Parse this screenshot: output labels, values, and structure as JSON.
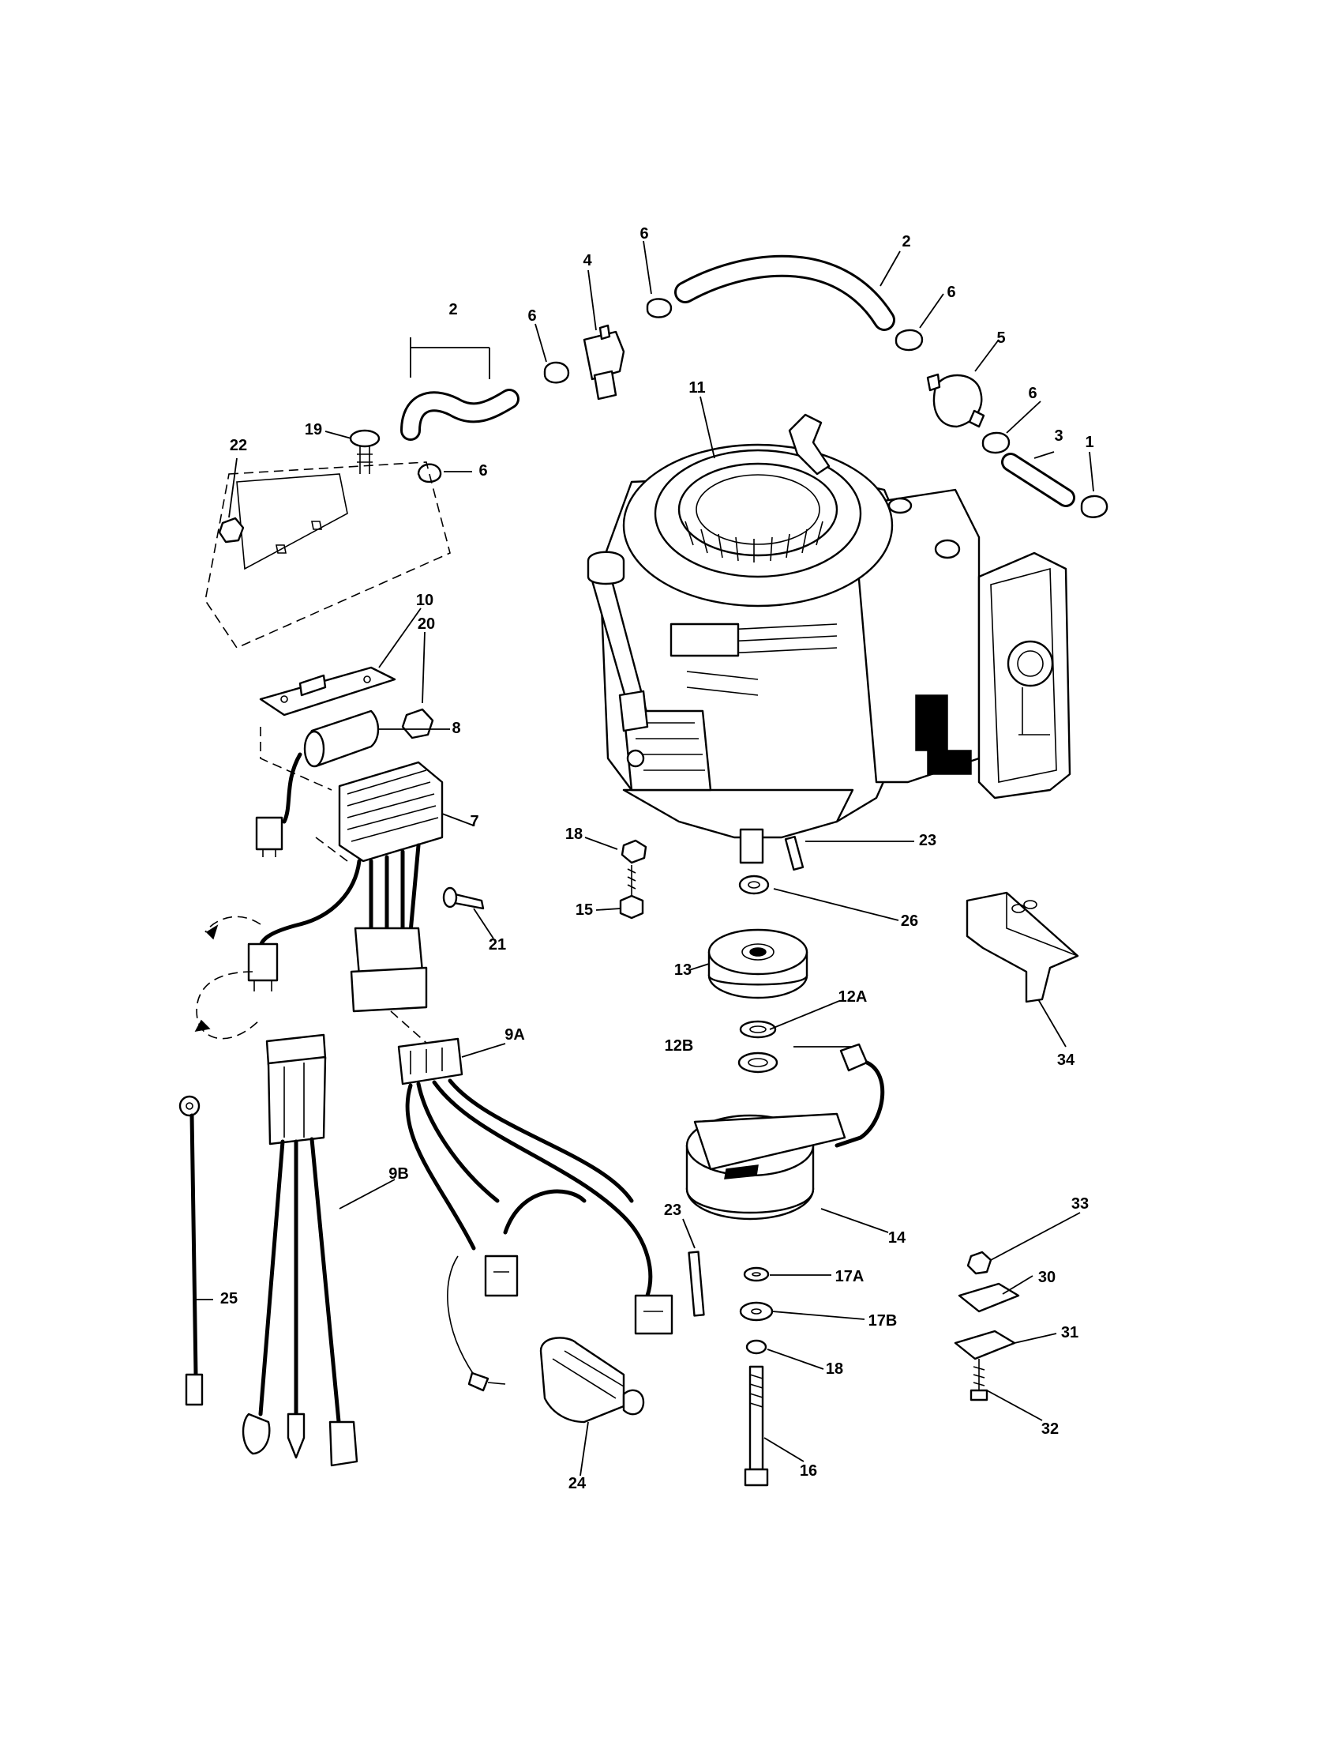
{
  "diagram": {
    "callouts": {
      "c1": "1",
      "c2_top": "2",
      "c2_left": "2",
      "c3": "3",
      "c4": "4",
      "c5": "5",
      "c6_a": "6",
      "c6_b": "6",
      "c6_c": "6",
      "c6_d": "6",
      "c6_e": "6",
      "c7": "7",
      "c8": "8",
      "c9A": "9A",
      "c9B": "9B",
      "c10": "10",
      "c11": "11",
      "c12A": "12A",
      "c12B": "12B",
      "c13": "13",
      "c14": "14",
      "c15": "15",
      "c16": "16",
      "c17A": "17A",
      "c17B": "17B",
      "c18_top": "18",
      "c18_bottom": "18",
      "c19": "19",
      "c20": "20",
      "c21": "21",
      "c22": "22",
      "c23_top": "23",
      "c23_bottom": "23",
      "c24": "24",
      "c25": "25",
      "c26": "26",
      "c30": "30",
      "c31": "31",
      "c32": "32",
      "c33": "33",
      "c34": "34"
    }
  }
}
